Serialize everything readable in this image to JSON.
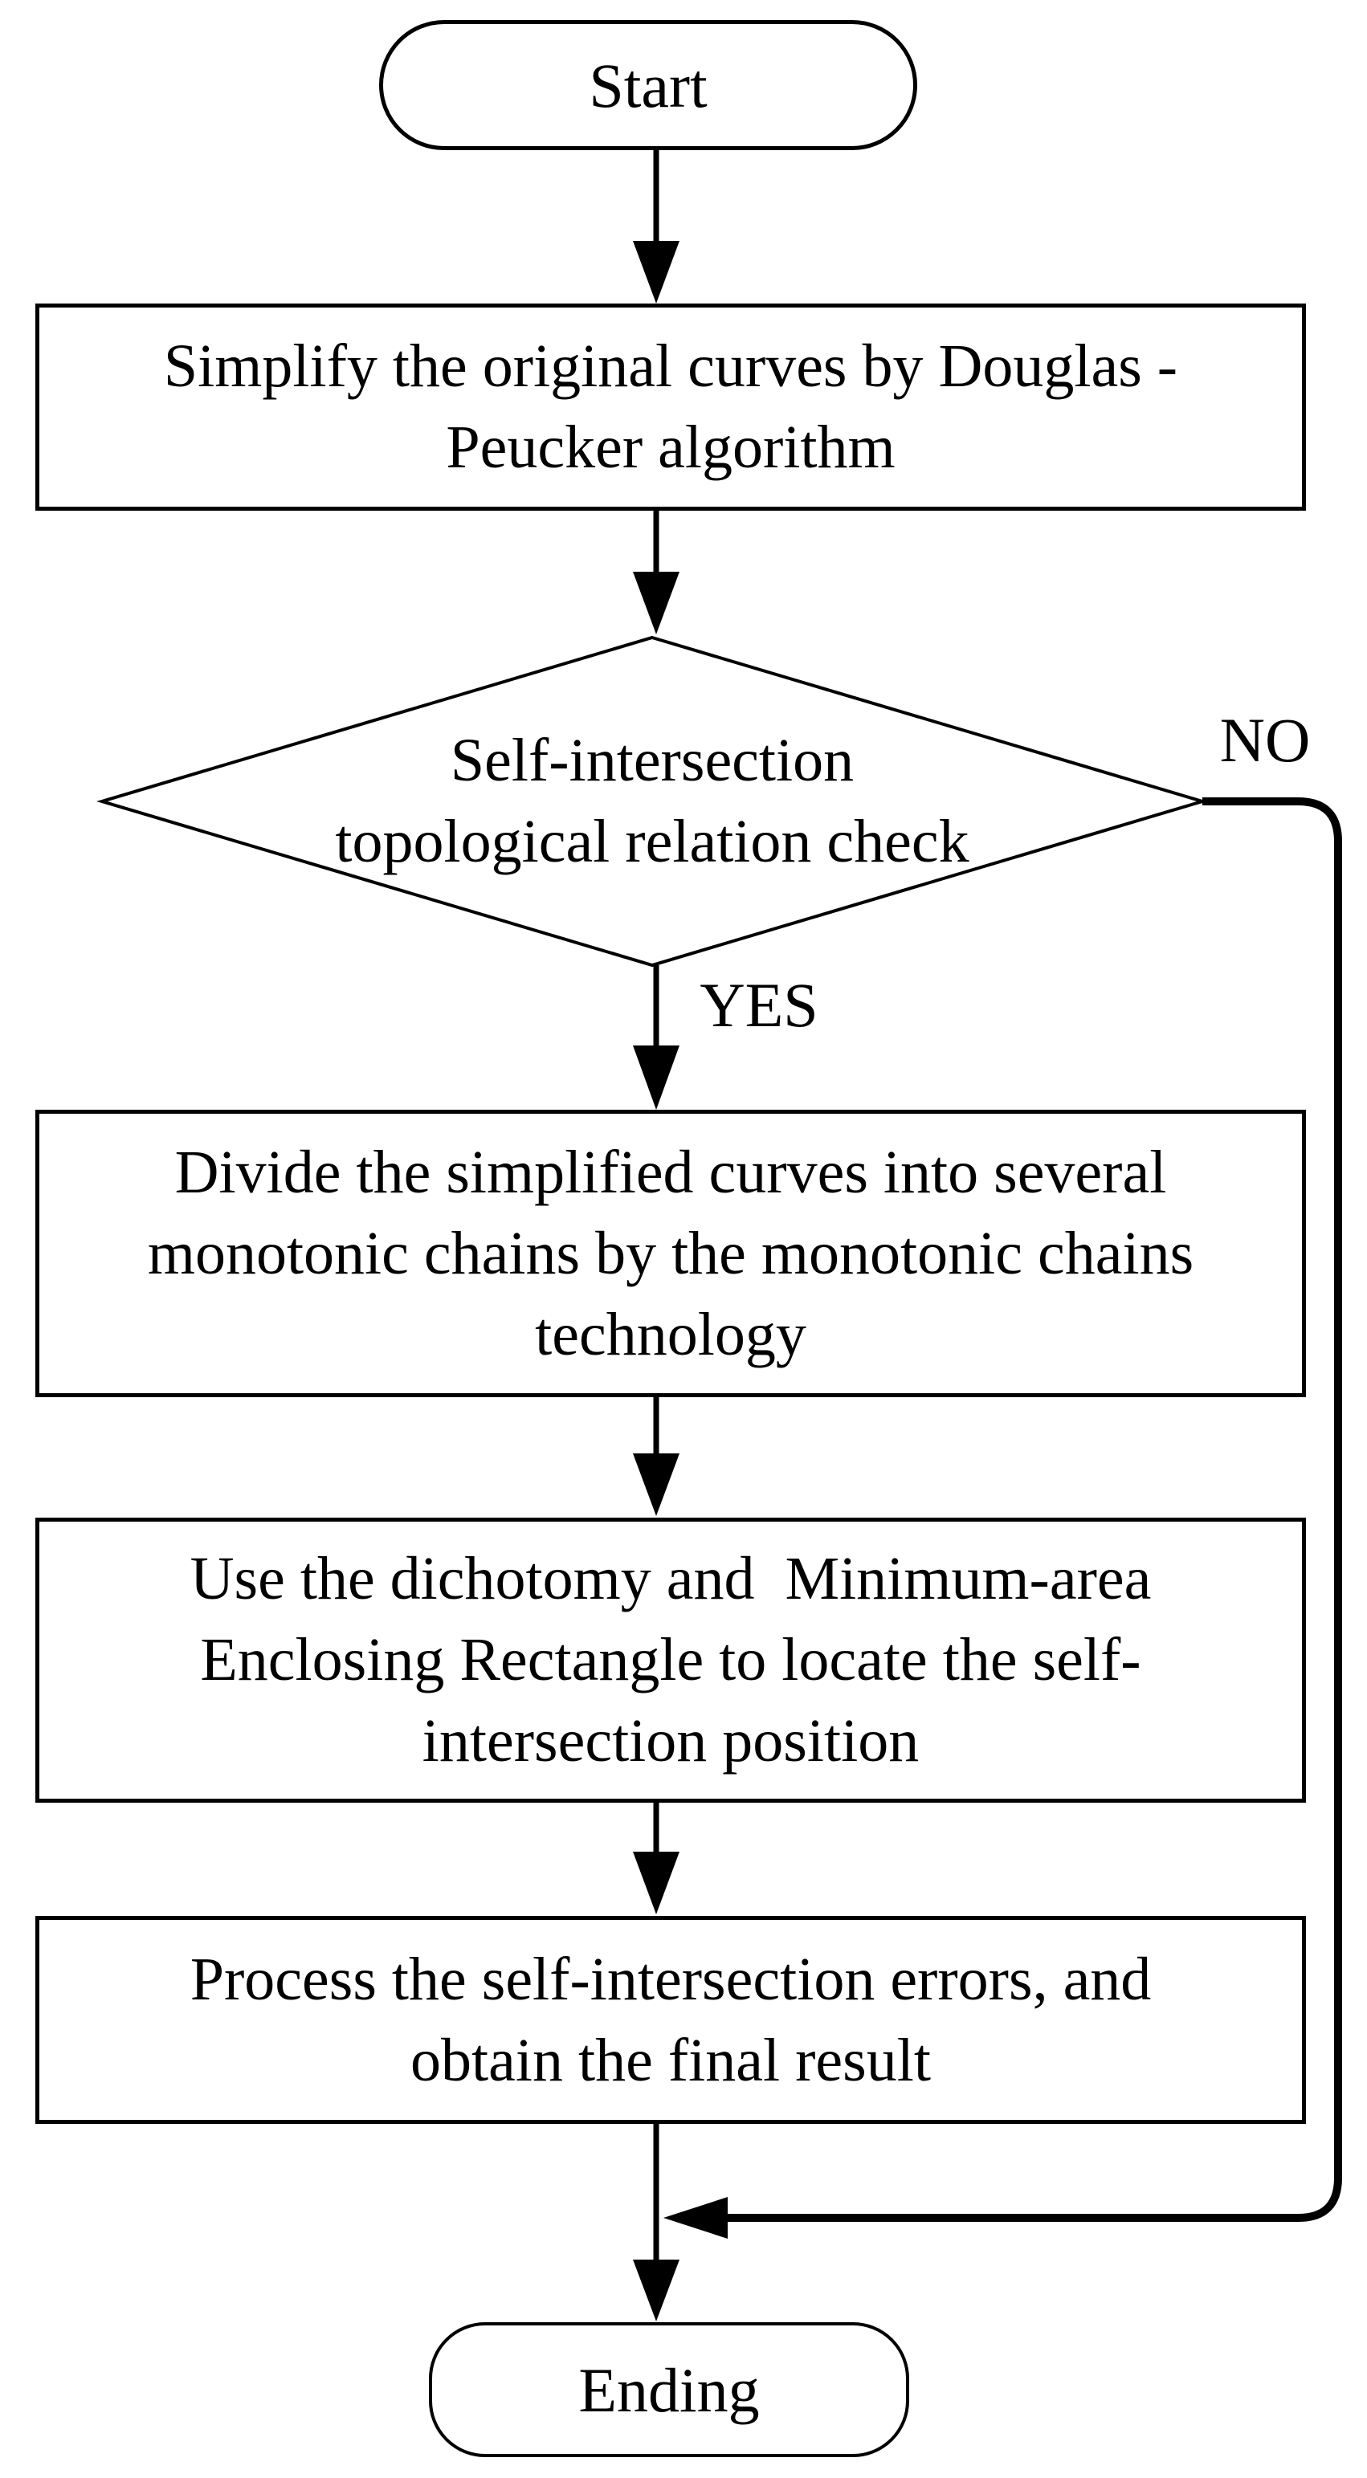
{
  "flowchart": {
    "colors": {
      "stroke": "#000000",
      "background": "#ffffff"
    },
    "nodes": {
      "start": {
        "label": "Start"
      },
      "step1": {
        "text": "Simplify the original curves by Douglas -\nPeucker algorithm"
      },
      "decision": {
        "text": "Self-intersection\ntopological relation check"
      },
      "step2": {
        "text": "Divide the simplified curves into several\nmonotonic chains by the monotonic chains\ntechnology"
      },
      "step3": {
        "text": "Use the dichotomy and  Minimum-area\nEnclosing Rectangle to locate the self-\nintersection position"
      },
      "step4": {
        "text": "Process the self-intersection errors, and\nobtain the final result"
      },
      "end": {
        "label": "Ending"
      }
    },
    "edge_labels": {
      "yes": "YES",
      "no": "NO"
    }
  }
}
